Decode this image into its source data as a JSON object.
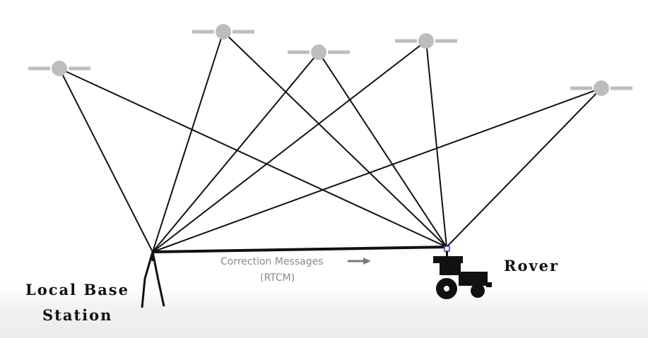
{
  "diagram": {
    "base_station": {
      "label_line1": "Local Base",
      "label_line2": "Station"
    },
    "rover": {
      "label": "Rover"
    },
    "correction_link": {
      "title": "Correction Messages",
      "subtitle": "(RTCM)"
    },
    "satellites": [
      {
        "name": "satellite-1"
      },
      {
        "name": "satellite-2"
      },
      {
        "name": "satellite-3"
      },
      {
        "name": "satellite-4"
      },
      {
        "name": "satellite-5"
      }
    ],
    "icons": [
      "satellite-icon",
      "tripod-icon",
      "tractor-icon",
      "arrow-right-icon"
    ],
    "colors": {
      "lines": "#111111",
      "satellite": "#bdbdbd",
      "caption": "#8a8a8a"
    }
  }
}
